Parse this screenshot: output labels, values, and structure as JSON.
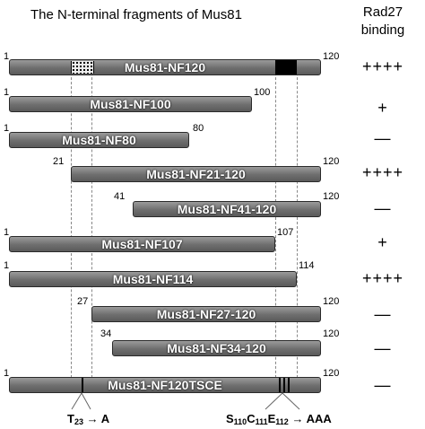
{
  "title": "The N-terminal fragments of Mus81",
  "binding_header": [
    "Rad27",
    "binding"
  ],
  "fragments": [
    {
      "name": "Mus81-NF120",
      "start": "1",
      "end": "120",
      "binding": "++++"
    },
    {
      "name": "Mus81-NF100",
      "start": "1",
      "end": "100",
      "binding": "+"
    },
    {
      "name": "Mus81-NF80",
      "start": "1",
      "end": "80",
      "binding": "—"
    },
    {
      "name": "Mus81-NF21-120",
      "start": "21",
      "end": "120",
      "binding": "++++"
    },
    {
      "name": "Mus81-NF41-120",
      "start": "41",
      "end": "120",
      "binding": "—"
    },
    {
      "name": "Mus81-NF107",
      "start": "1",
      "end": "107",
      "binding": "+"
    },
    {
      "name": "Mus81-NF114",
      "start": "1",
      "end": "114",
      "binding": "++++"
    },
    {
      "name": "Mus81-NF27-120",
      "start": "27",
      "end": "120",
      "binding": "—"
    },
    {
      "name": "Mus81-NF34-120",
      "start": "34",
      "end": "120",
      "binding": "—"
    },
    {
      "name": "Mus81-NF120TSCE",
      "start": "1",
      "end": "120",
      "binding": "—"
    }
  ],
  "mutations": {
    "t23": {
      "res": "T",
      "pos": "23",
      "arrow": "→",
      "to": "A"
    },
    "sce": {
      "r1": "S",
      "p1": "110",
      "r2": "C",
      "p2": "111",
      "r3": "E",
      "p3": "112",
      "arrow": "→",
      "to": "AAA"
    }
  }
}
